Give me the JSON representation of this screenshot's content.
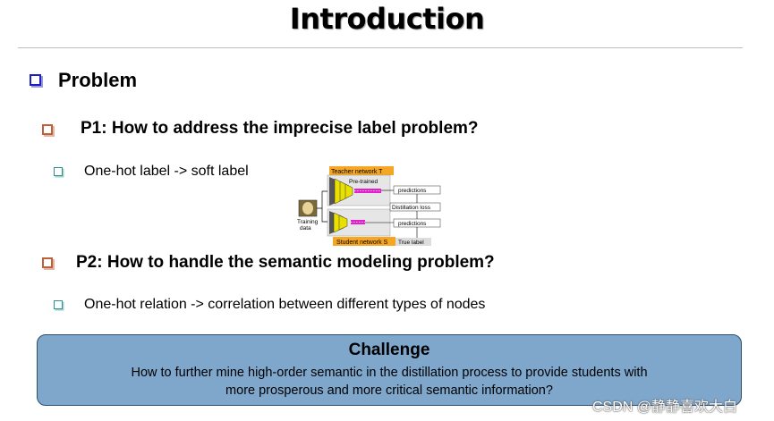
{
  "slide": {
    "title": "Introduction",
    "section_heading": "Problem",
    "problems": [
      {
        "label": "P1: How to address the imprecise label problem?",
        "detail": "One-hot label -> soft label"
      },
      {
        "label": "P2: How to  handle the semantic modeling problem?",
        "detail": "One-hot relation -> correlation between different types of nodes"
      }
    ],
    "challenge": {
      "title": "Challenge",
      "line1": "How to further mine high-order semantic in the distillation process to provide students with",
      "line2": "more prosperous and more critical semantic information?"
    }
  },
  "diagram": {
    "teacher_label": "Teacher network T",
    "pretrained_label": "Pre-trained",
    "student_label": "Student network S",
    "training_label_1": "Training",
    "training_label_2": "data",
    "predictions_top": "predictions",
    "distillation_loss": "Distillation loss",
    "predictions_bottom": "predictions",
    "true_label": "True label",
    "colors": {
      "orange": "#f5a623",
      "magenta": "#e020c8",
      "yellow": "#e8e000",
      "panel": "#e6e6e6"
    }
  },
  "watermark": "CSDN @静静喜欢大白"
}
